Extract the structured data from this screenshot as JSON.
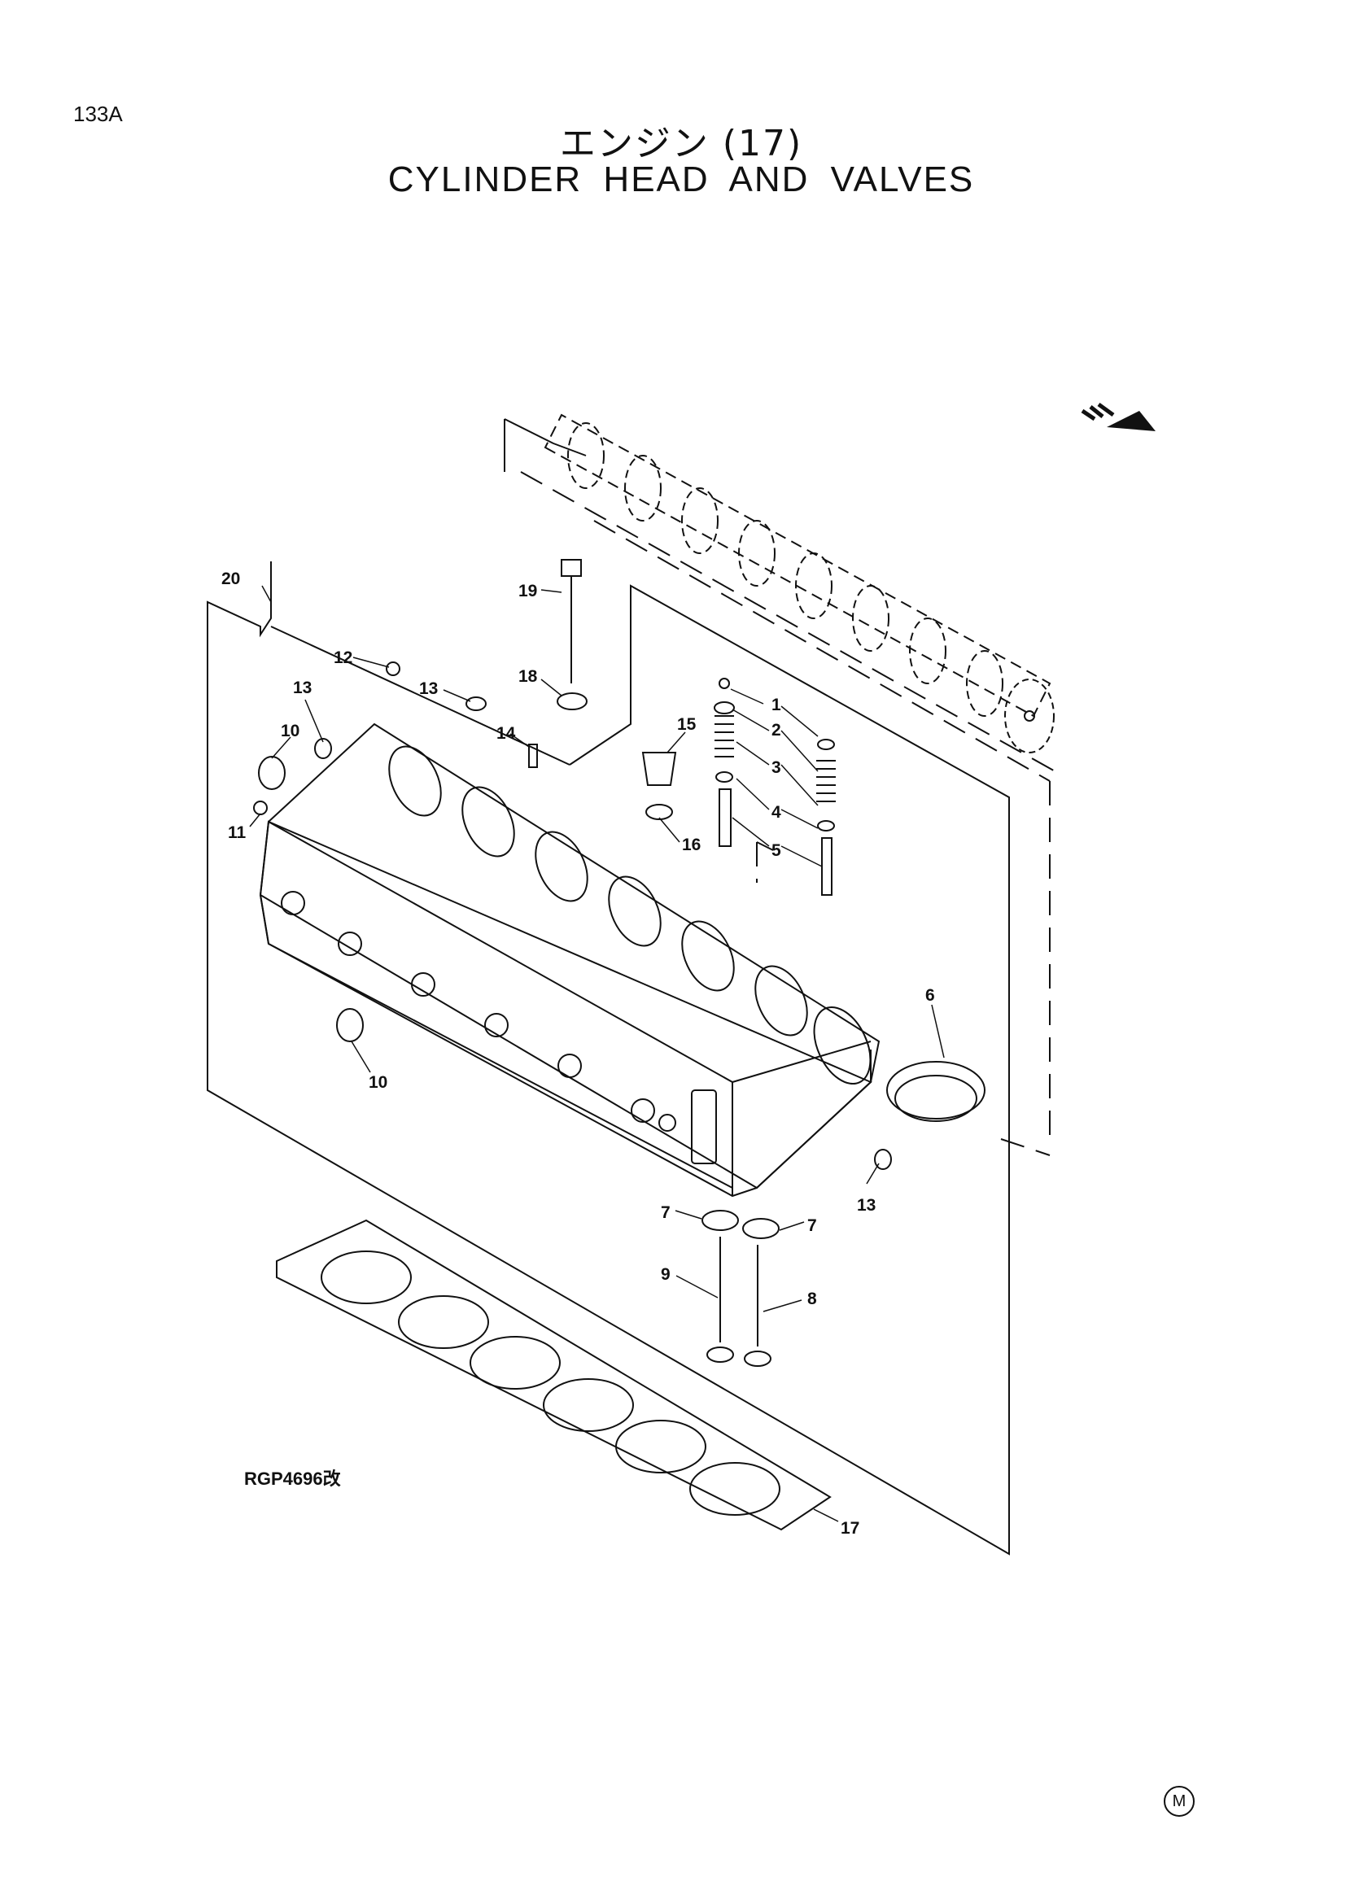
{
  "page": {
    "code": "133A",
    "title_jp": "エンジン (17)",
    "title_en": "CYLINDER HEAD AND VALVES",
    "drawing_number": "RGP4696改",
    "marking": "M"
  },
  "part_labels": [
    "1",
    "2",
    "3",
    "4",
    "5",
    "6",
    "7",
    "7",
    "8",
    "9",
    "10",
    "10",
    "11",
    "12",
    "13",
    "13",
    "13",
    "14",
    "15",
    "16",
    "17",
    "18",
    "19",
    "20"
  ],
  "icons": {
    "direction_arrow": "front-direction-arrow-icon"
  }
}
